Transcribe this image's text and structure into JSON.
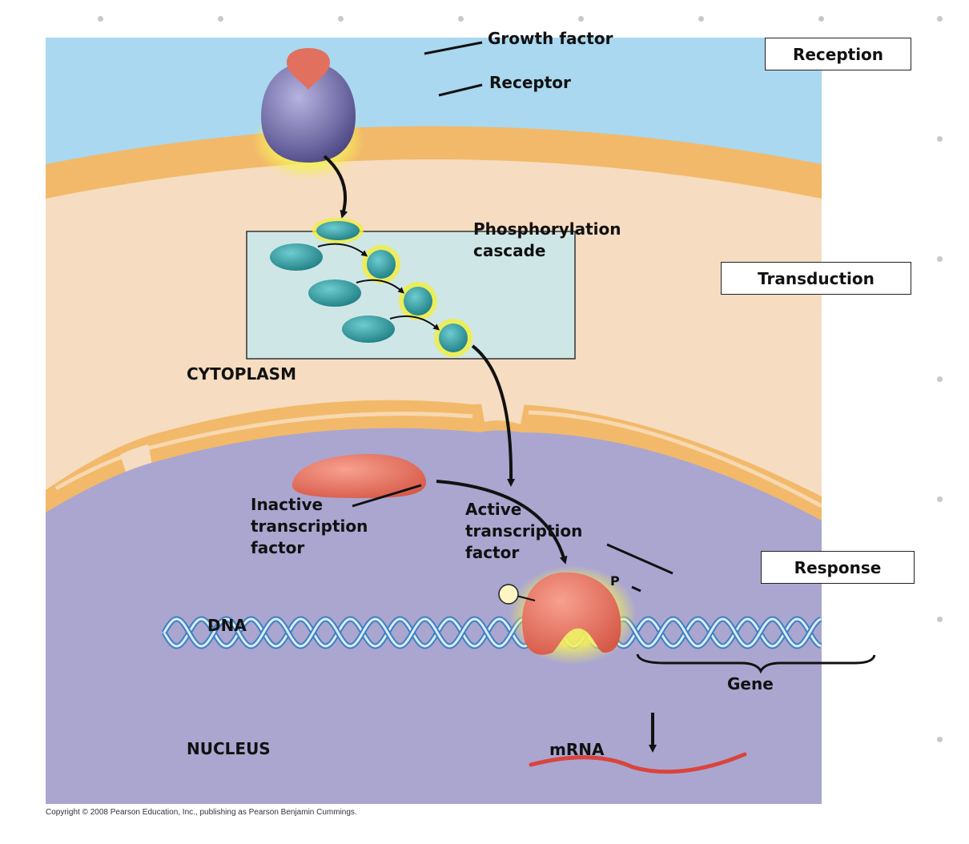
{
  "labels": {
    "growth_factor": "Growth factor",
    "receptor": "Receptor",
    "phosphorylation_cascade": "Phosphorylation cascade",
    "cytoplasm": "CYTOPLASM",
    "inactive_tf": "Inactive transcription factor",
    "active_tf": "Active transcription factor",
    "p": "P",
    "dna": "DNA",
    "gene": "Gene",
    "nucleus": "NUCLEUS",
    "mrna": "mRNA"
  },
  "stages": {
    "reception": "Reception",
    "transduction": "Transduction",
    "response": "Response"
  },
  "copyright": "Copyright © 2008 Pearson Education, Inc., publishing as Pearson Benjamin Cummings.",
  "colors": {
    "extracellular": "#a9d8f0",
    "membrane": "#f2b96a",
    "cytoplasm": "#f6dcc0",
    "nucleus": "#aaa6d0",
    "receptor": "#7c78ae",
    "kinase": "#2a9a9e",
    "transcription_factor": "#e2705e",
    "dna": "#5a9ed6",
    "mrna": "#d9443c",
    "glow": "#f3ef3a"
  }
}
